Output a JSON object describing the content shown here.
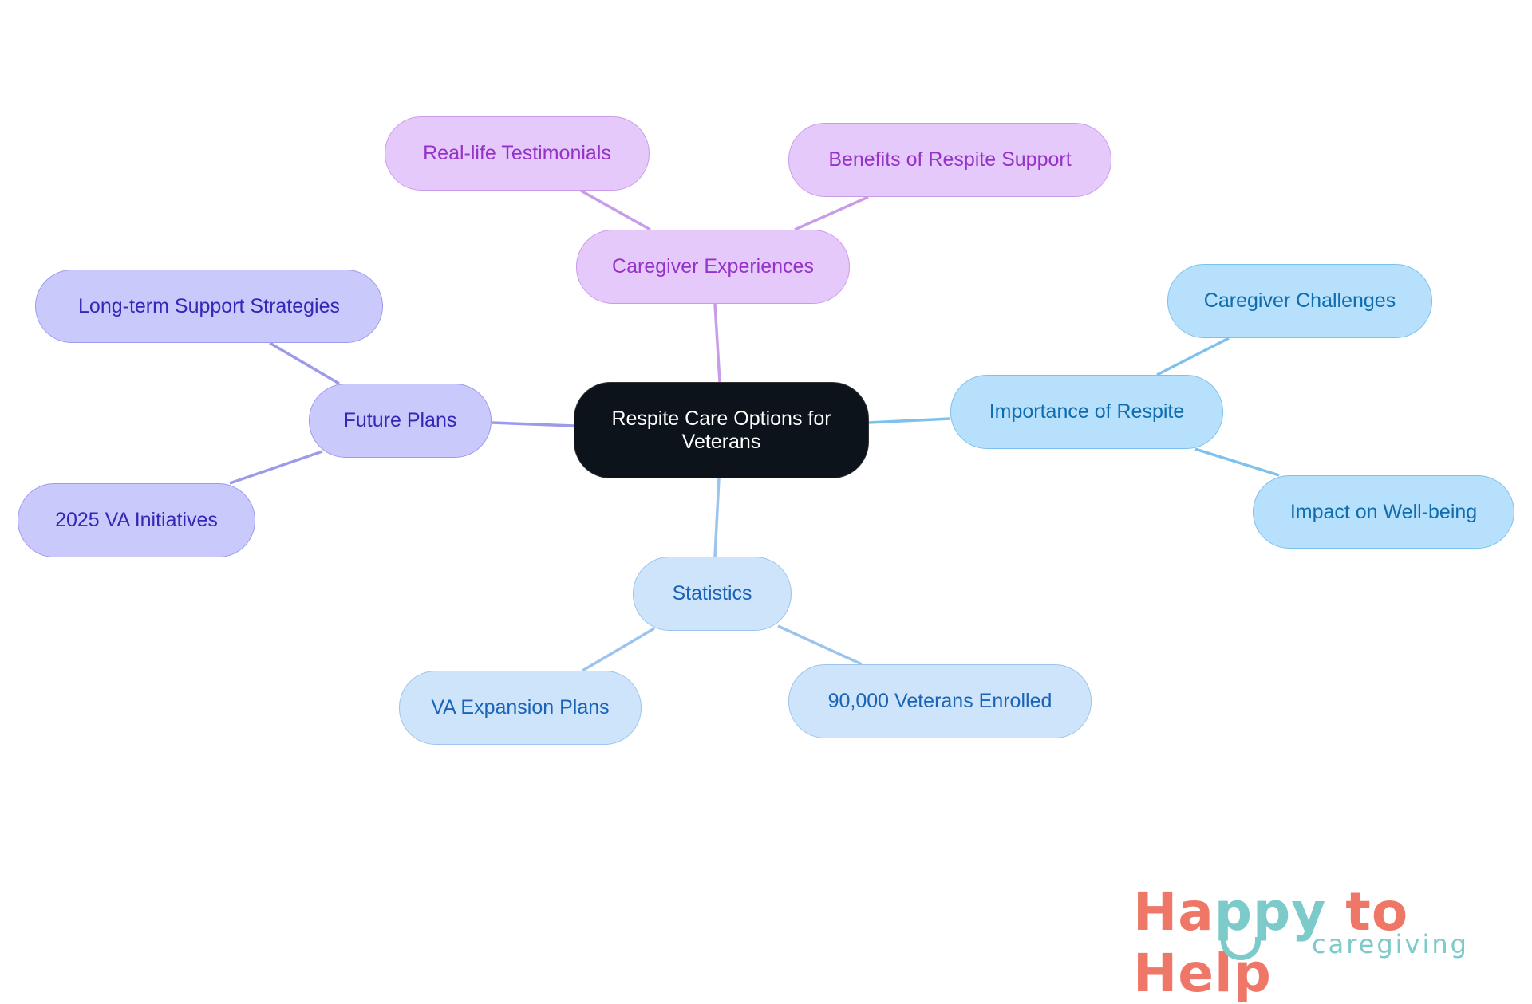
{
  "root": {
    "label": "Respite Care Options for Veterans"
  },
  "branches": {
    "caregiver_experiences": {
      "label": "Caregiver Experiences",
      "color": "#c99ce9",
      "children": [
        "Real-life Testimonials",
        "Benefits of Respite Support"
      ]
    },
    "future_plans": {
      "label": "Future Plans",
      "color": "#9d9aea",
      "children": [
        "Long-term Support Strategies",
        "2025 VA Initiatives"
      ]
    },
    "importance": {
      "label": "Importance of Respite",
      "color": "#7dc1ec",
      "children": [
        "Caregiver Challenges",
        "Impact on Well-being"
      ]
    },
    "statistics": {
      "label": "Statistics",
      "color": "#9cc4ec",
      "children": [
        "VA Expansion Plans",
        "90,000 Veterans Enrolled"
      ]
    }
  },
  "logo": {
    "text": "Happy to Help caregiving",
    "part1": "Ha",
    "part2": "ppy",
    "part3": " to Help",
    "sub": "caregiving"
  }
}
